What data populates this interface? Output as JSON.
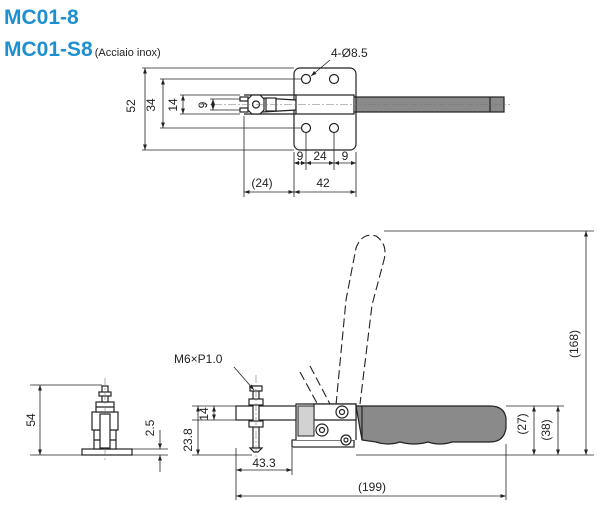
{
  "header": {
    "model_1": "MC01-8",
    "model_2": "MC01-S8",
    "model_2_note": "(Acciaio inox)"
  },
  "top_view": {
    "holes_label": "4-Ø8.5",
    "dim_52": "52",
    "dim_34": "34",
    "dim_14": "14",
    "dim_9": "9",
    "dim_9_left": "9",
    "dim_24": "24",
    "dim_9_right": "9",
    "dim_24_paren": "(24)",
    "dim_42": "42"
  },
  "end_view": {
    "dim_54": "54",
    "dim_2_5": "2.5"
  },
  "side_view": {
    "thread_label": "M6×P1.0",
    "dim_23_8": "23.8",
    "dim_14": "14",
    "dim_43_3": "43.3",
    "dim_199": "(199)",
    "dim_168": "(168)",
    "dim_27": "(27)",
    "dim_38": "(38)"
  },
  "colors": {
    "title": "#1e8fcf",
    "line": "#222222",
    "handle": "#8a8a8a"
  }
}
